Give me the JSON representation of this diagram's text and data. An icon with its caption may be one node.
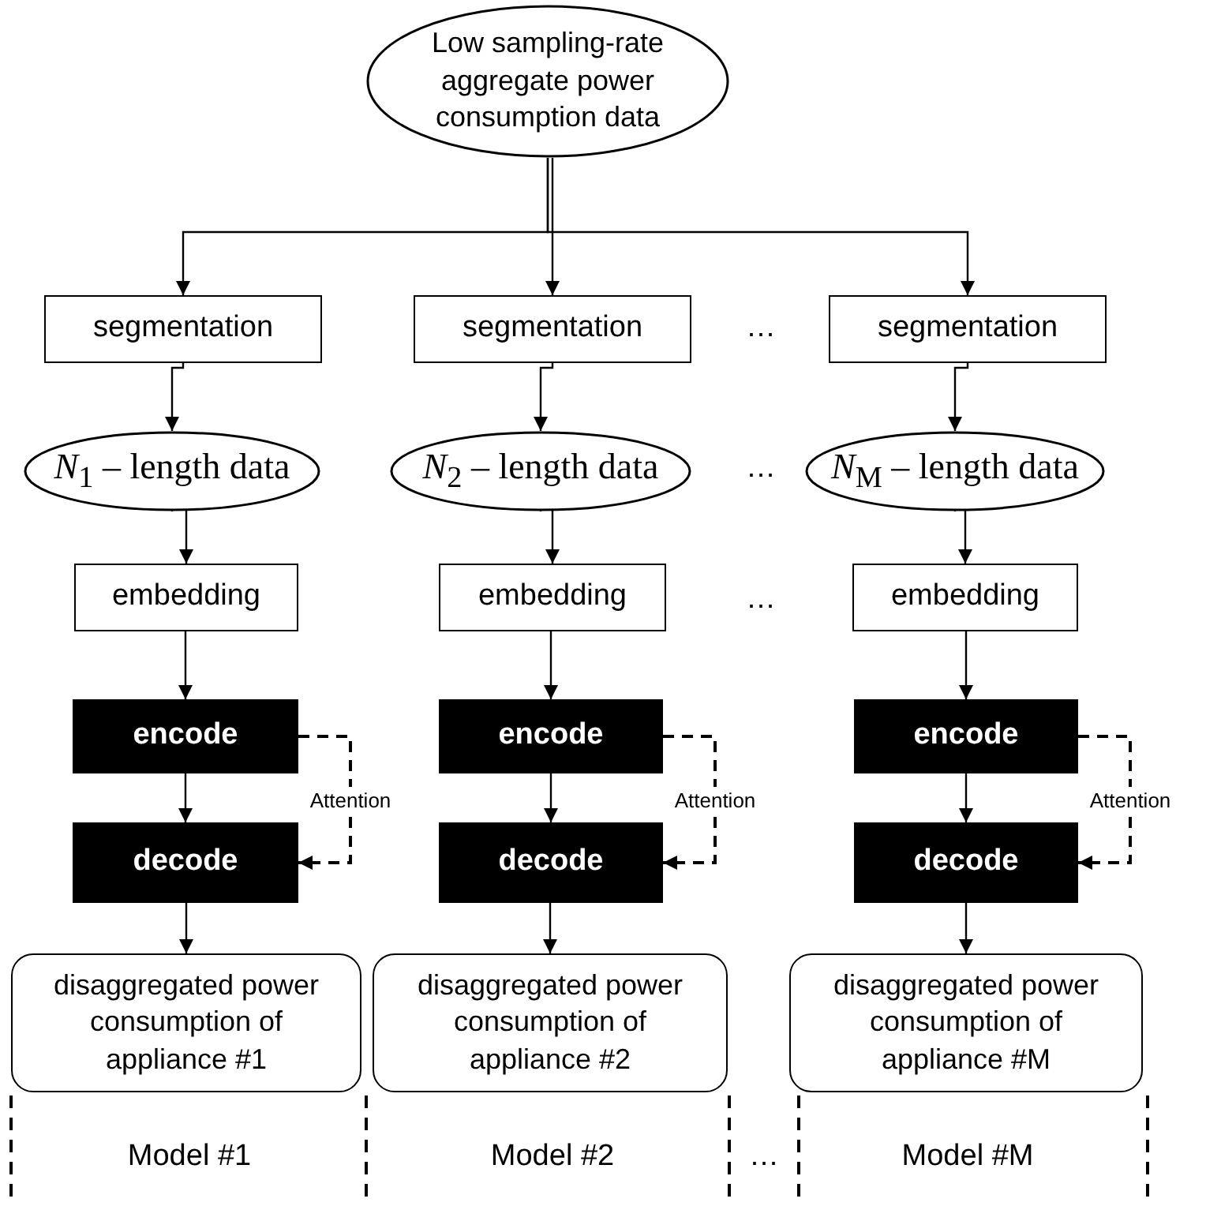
{
  "diagram": {
    "nodes": [
      {
        "text": [
          "Low sampling-rate aggregate power consumption data"
        ]
      },
      {
        "text": [
          "segmentation"
        ]
      },
      {
        "text": [
          "segmentation"
        ]
      },
      {
        "text": [
          "segmentation"
        ]
      },
      {
        "text": [
          "*N*$_{1}$ – length data"
        ]
      },
      {
        "text": [
          "*N*$_{2}$ – length data"
        ]
      },
      {
        "text": [
          "*N*$_{M}$ – length data"
        ]
      },
      {
        "text": [
          "embedding"
        ]
      },
      {
        "text": [
          "embedding"
        ]
      },
      {
        "text": [
          "embedding"
        ]
      },
      {
        "text": [
          "encode"
        ]
      },
      {
        "text": [
          "encode"
        ]
      },
      {
        "text": [
          "encode"
        ]
      },
      {
        "text": [
          "decode"
        ]
      },
      {
        "text": [
          "decode"
        ]
      },
      {
        "text": [
          "decode"
        ]
      },
      {
        "text": [
          "disaggregated power consumption of appliance #1"
        ]
      },
      {
        "text": [
          "disaggregated power consumption of appliance #2"
        ]
      },
      {
        "text": [
          "disaggregated power consumption of appliance #M"
        ]
      }
    ],
    "edges": [
      {
        "from": 0,
        "to": 1,
        "arrow": "to"
      },
      {
        "from": 0,
        "to": 2,
        "arrow": "to"
      },
      {
        "from": 0,
        "to": 3,
        "arrow": "to"
      },
      {
        "from": 1,
        "to": 4,
        "arrow": "to"
      },
      {
        "from": 2,
        "to": 5,
        "arrow": "to"
      },
      {
        "from": 3,
        "to": 6,
        "arrow": "to"
      },
      {
        "from": 4,
        "to": 7,
        "arrow": "to"
      },
      {
        "from": 5,
        "to": 8,
        "arrow": "to"
      },
      {
        "from": 6,
        "to": 9,
        "arrow": "to"
      },
      {
        "from": 7,
        "to": 10,
        "arrow": "to"
      },
      {
        "from": 8,
        "to": 11,
        "arrow": "to"
      },
      {
        "from": 9,
        "to": 12,
        "arrow": "to"
      },
      {
        "from": 10,
        "to": 13,
        "arrow": "to"
      },
      {
        "from": 11,
        "to": 14,
        "arrow": "to"
      },
      {
        "from": 12,
        "to": 15,
        "arrow": "to"
      },
      {
        "from": 10,
        "to": 13,
        "arrow": "to",
        "style": "dashed",
        "label": "Attention"
      },
      {
        "from": 11,
        "to": 14,
        "arrow": "to",
        "style": "dashed",
        "label": "Attention"
      },
      {
        "from": 12,
        "to": 15,
        "arrow": "to",
        "style": "dashed",
        "label": "Attention"
      },
      {
        "from": 13,
        "to": 16,
        "arrow": "to"
      },
      {
        "from": 14,
        "to": 17,
        "arrow": "to"
      },
      {
        "from": 15,
        "to": 18,
        "arrow": "to"
      }
    ],
    "labels": [
      "…",
      "…",
      "…",
      "Model #1",
      "Model #2",
      "…",
      "Model #M"
    ]
  }
}
